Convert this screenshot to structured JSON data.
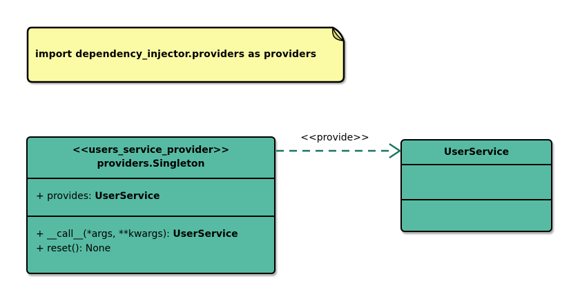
{
  "note": {
    "text": "import dependency_injector.providers as providers"
  },
  "singleton_class": {
    "stereotype": "<<users_service_provider>>",
    "name": "providers.Singleton",
    "attributes": [
      {
        "text": "+ provides: ",
        "type": "UserService"
      }
    ],
    "methods": [
      {
        "text": "+ __call__(*args, **kwargs): ",
        "type": "UserService"
      },
      {
        "text": "+ reset(): None",
        "type": ""
      }
    ]
  },
  "user_service_class": {
    "name": "UserService",
    "attributes": [],
    "methods": []
  },
  "relation": {
    "label": "<<provide>>",
    "type": "dashed-dependency-arrow",
    "from": "providers.Singleton",
    "to": "UserService"
  },
  "colors": {
    "class_fill": "#57BBA3",
    "note_fill": "#FBFBA5",
    "note_fold": "#D9D96C",
    "arrow": "#177662",
    "border": "#000000",
    "background": "#FFFFFF"
  }
}
